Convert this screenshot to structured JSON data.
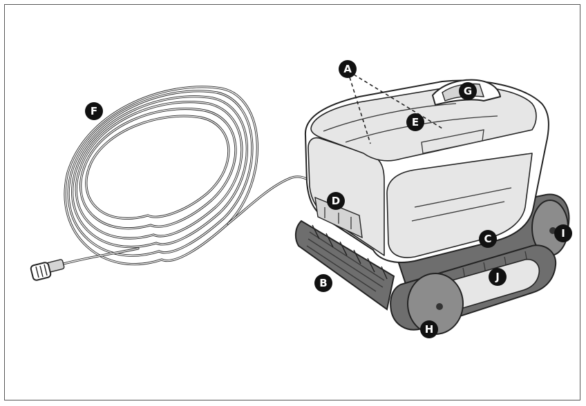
{
  "callouts": [
    {
      "id": "A",
      "label": "A"
    },
    {
      "id": "B",
      "label": "B"
    },
    {
      "id": "C",
      "label": "C"
    },
    {
      "id": "D",
      "label": "D"
    },
    {
      "id": "E",
      "label": "E"
    },
    {
      "id": "F",
      "label": "F"
    },
    {
      "id": "G",
      "label": "G"
    },
    {
      "id": "H",
      "label": "H"
    },
    {
      "id": "I",
      "label": "I"
    },
    {
      "id": "J",
      "label": "J"
    }
  ],
  "colors": {
    "callout_fill": "#111111",
    "callout_text": "#ffffff",
    "track": "#6e6e6e",
    "border": "#555555"
  }
}
